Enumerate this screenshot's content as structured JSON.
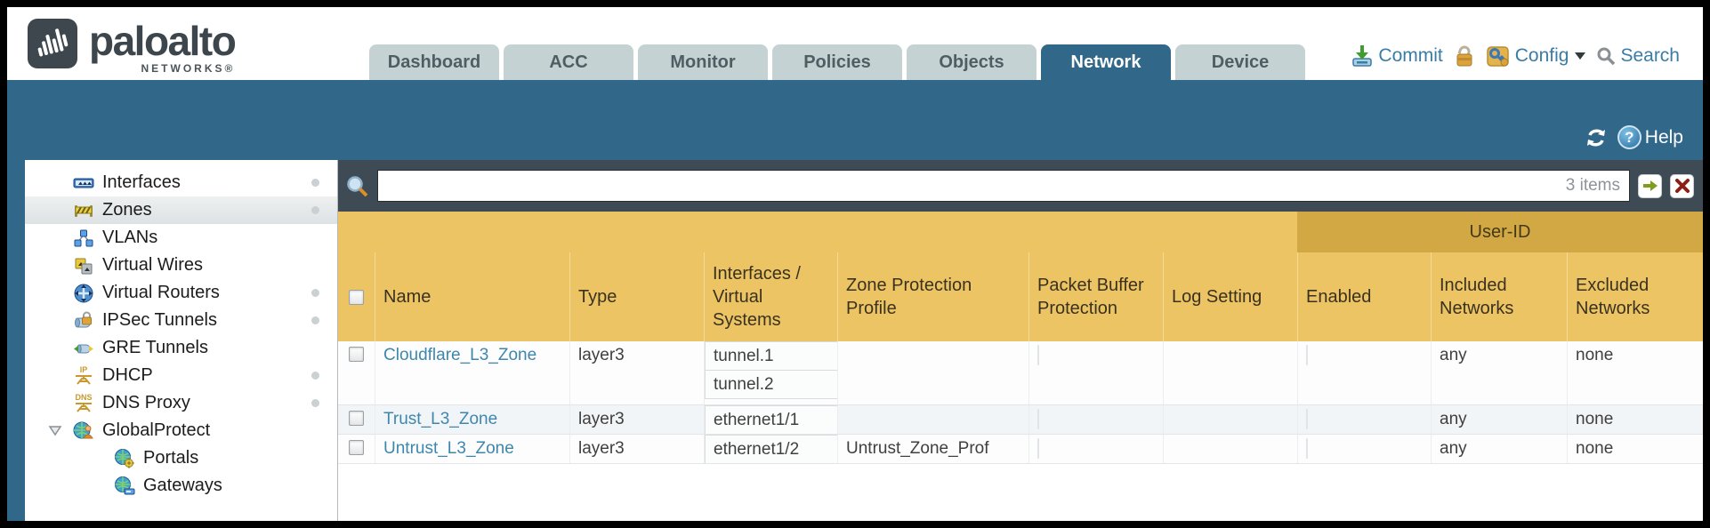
{
  "brand": {
    "name": "paloalto",
    "sub": "NETWORKS®"
  },
  "nav": {
    "tabs": [
      {
        "label": "Dashboard"
      },
      {
        "label": "ACC"
      },
      {
        "label": "Monitor"
      },
      {
        "label": "Policies"
      },
      {
        "label": "Objects"
      },
      {
        "label": "Network"
      },
      {
        "label": "Device"
      }
    ],
    "active_tab": "Network"
  },
  "utility": {
    "commit_label": "Commit",
    "config_label": "Config",
    "search_label": "Search"
  },
  "toolbar": {
    "help_label": "Help",
    "help_glyph": "?"
  },
  "sidebar": {
    "items": [
      {
        "label": "Interfaces"
      },
      {
        "label": "Zones"
      },
      {
        "label": "VLANs"
      },
      {
        "label": "Virtual Wires"
      },
      {
        "label": "Virtual Routers"
      },
      {
        "label": "IPSec Tunnels"
      },
      {
        "label": "GRE Tunnels"
      },
      {
        "label": "DHCP",
        "icon_label": "IP"
      },
      {
        "label": "DNS Proxy",
        "icon_label": "DNS"
      },
      {
        "label": "GlobalProtect"
      },
      {
        "label": "Portals"
      },
      {
        "label": "Gateways"
      }
    ],
    "selected": "Zones"
  },
  "filter": {
    "count_label": "3 items",
    "value": ""
  },
  "table": {
    "group_header": "User-ID",
    "columns": [
      "Name",
      "Type",
      "Interfaces / Virtual Systems",
      "Zone Protection Profile",
      "Packet Buffer Protection",
      "Log Setting",
      "Enabled",
      "Included Networks",
      "Excluded Networks"
    ],
    "rows": [
      {
        "name": "Cloudflare_L3_Zone",
        "type": "layer3",
        "interfaces": [
          "tunnel.1",
          "tunnel.2"
        ],
        "zone_protection_profile": "",
        "log_setting": "",
        "included_networks": "any",
        "excluded_networks": "none"
      },
      {
        "name": "Trust_L3_Zone",
        "type": "layer3",
        "interfaces": [
          "ethernet1/1"
        ],
        "zone_protection_profile": "",
        "log_setting": "",
        "included_networks": "any",
        "excluded_networks": "none"
      },
      {
        "name": "Untrust_L3_Zone",
        "type": "layer3",
        "interfaces": [
          "ethernet1/2"
        ],
        "zone_protection_profile": "Untrust_Zone_Prof",
        "log_setting": "",
        "included_networks": "any",
        "excluded_networks": "none"
      }
    ]
  },
  "colors": {
    "teal": "#31688a",
    "header_amber": "#ecc464",
    "userid_band": "#d2a845",
    "link_blue": "#3d87ad",
    "filter_strip": "#3f4b54",
    "tab_inactive": "#c5d2d4"
  }
}
